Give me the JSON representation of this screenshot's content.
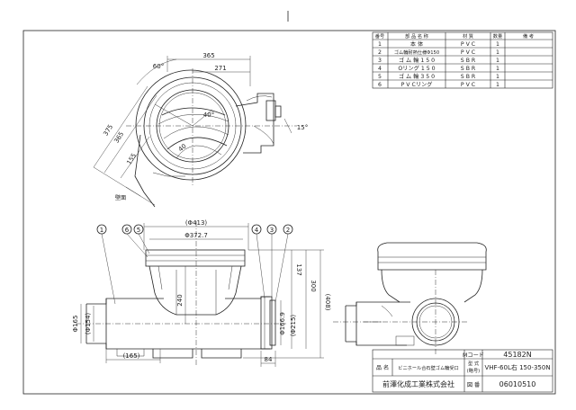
{
  "parts_table": {
    "headers": {
      "no": "番号",
      "name": "部 品 名 称",
      "material": "材 質",
      "qty": "数量",
      "remarks": "備 考"
    },
    "rows": [
      {
        "no": "1",
        "name": "本 体",
        "material": "P V C",
        "qty": "1"
      },
      {
        "no": "2",
        "name": "ゴム輪耐熱仕様Φ150",
        "material": "P V C",
        "qty": "1"
      },
      {
        "no": "3",
        "name": "ゴ ム 輪 1 5 0",
        "material": "S B R",
        "qty": "1"
      },
      {
        "no": "4",
        "name": "Oリング 1 5 0",
        "material": "S B R",
        "qty": "1"
      },
      {
        "no": "5",
        "name": "ゴ ム 輪 3 5 0",
        "material": "S B R",
        "qty": "1"
      },
      {
        "no": "6",
        "name": "P V Cリング",
        "material": "P V C",
        "qty": "1"
      }
    ]
  },
  "title_block": {
    "mcode_label": "Mコード",
    "mcode_value": "45182N",
    "name_label": "品 名",
    "name_value": "ビニホール合石壁ゴム輪受口",
    "model_label": "型 式",
    "model_sub": "(略号)",
    "model_value": "VHF-60L右 150-350N",
    "company": "前澤化成工業株式会社",
    "drawing_label": "図 番",
    "drawing_value": "06010510"
  },
  "plan_view": {
    "dims": {
      "d365": "365",
      "d271": "271",
      "a60": "60°",
      "d375": "375",
      "d365v": "365",
      "d155": "155",
      "a40": "40°",
      "d40": "40",
      "a15": "15°",
      "wall": "壁面"
    }
  },
  "front_view": {
    "dims": {
      "d413": "(Φ413)",
      "d3727": "Φ372.7",
      "d137": "137",
      "d300": "300",
      "d408": "(408)",
      "d240": "240",
      "d165v": "Φ165",
      "d154": "(Φ154)",
      "d1669": "Φ166.9",
      "d215": "(Φ215)",
      "d165h": "(165)",
      "d84": "84"
    },
    "balloons": [
      "1",
      "6",
      "5",
      "4",
      "3",
      "2"
    ]
  }
}
